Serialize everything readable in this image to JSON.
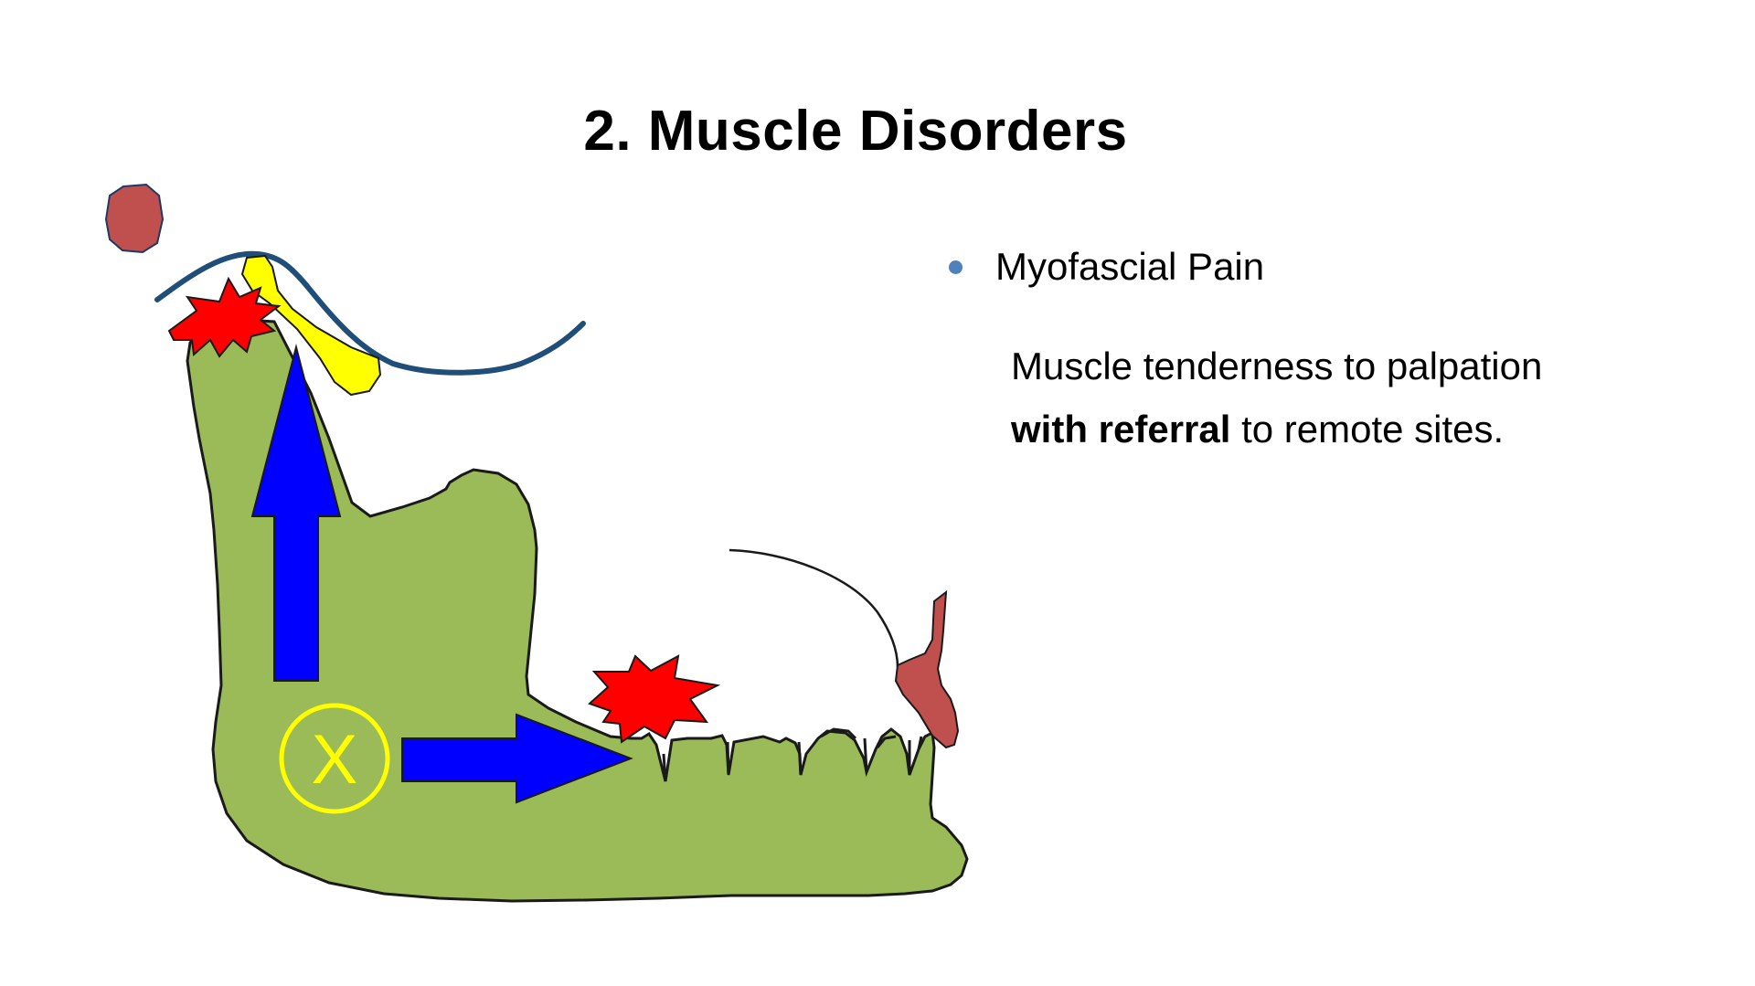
{
  "slide": {
    "title": "2. Muscle Disorders",
    "bullet": {
      "label": "Myofascial Pain",
      "color": "#4f81bd"
    },
    "description": {
      "line1": "Muscle tenderness to palpation",
      "line2_bold": "with referral",
      "line2_rest": " to remote sites."
    }
  },
  "diagram": {
    "trigger_point_marker": "X",
    "colors": {
      "mandible": "#9bbb59",
      "arrows": "#0000ff",
      "pain_burst": "#ff0000",
      "disc": "#ffff00",
      "trigger_circle": "#ffff00",
      "fossa_line": "#1f4e79",
      "bone_red": "#c0504d"
    }
  }
}
